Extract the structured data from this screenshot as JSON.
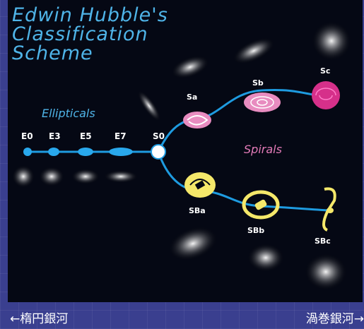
{
  "diagram": {
    "title": "Edwin Hubble's\nClassification\nScheme",
    "group_labels": {
      "ellipticals": "Ellipticals",
      "spirals": "Spirals"
    },
    "elliptical_types": [
      "E0",
      "E3",
      "E5",
      "E7"
    ],
    "lenticular_type": "S0",
    "spiral_types": [
      "Sa",
      "Sb",
      "Sc"
    ],
    "barred_spiral_types": [
      "SBa",
      "SBb",
      "SBc"
    ]
  },
  "captions": {
    "left": "←楕円銀河",
    "right": "渦巻銀河→"
  },
  "colors": {
    "background": "#3a3f8f",
    "panel": "#050814",
    "title": "#4fb4e8",
    "branch_line": "#1e9be0",
    "spiral_label": "#e37bb8",
    "spiral_fill": "#e88cc0",
    "barred_fill": "#f5e86a",
    "sc_fill": "#d6308a"
  }
}
